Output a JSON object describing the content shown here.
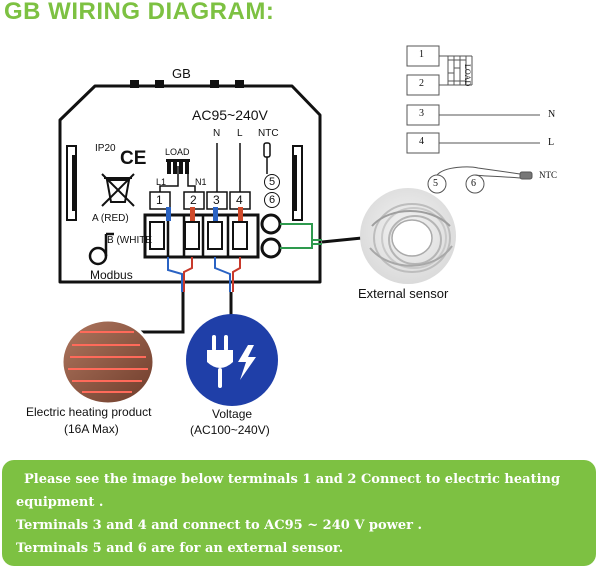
{
  "title": "GB WIRING DIAGRAM:",
  "device": {
    "name": "GB",
    "supply": "AC95~240V",
    "ip_rating": "IP20",
    "ce_mark": "CE",
    "load_label": "LOAD",
    "ntc_label": "NTC",
    "n_label": "N",
    "l_label": "L",
    "l1_label": "L1",
    "n1_label": "N1",
    "a_label": "A (RED)",
    "b_label": "B (WHITE",
    "modbus_label": "Modbus",
    "terminals": [
      "1",
      "2",
      "3",
      "4"
    ],
    "ntc_terminals": [
      "5",
      "6"
    ]
  },
  "schematic": {
    "terminals": [
      "1",
      "2",
      "3",
      "4"
    ],
    "load_label": "LOAD",
    "n_label": "N",
    "l_label": "L",
    "ntc_terminals": [
      "5",
      "6"
    ],
    "ntc_label": "NTC"
  },
  "sensor": {
    "label": "External sensor"
  },
  "heating": {
    "line1": "Electric heating product",
    "line2": "(16A Max)"
  },
  "voltage": {
    "line1": "Voltage",
    "line2": "(AC100~240V)"
  },
  "banner": {
    "line1": "Please see the image below terminals 1 and 2 Connect to electric heating",
    "line2": "equipment .",
    "line3": "Terminals 3 and 4 and connect to AC95 ~ 240 V power .",
    "line4": "Terminals 5 and 6 are for an external sensor."
  },
  "colors": {
    "accent_green": "#7dc142",
    "voltage_blue": "#1f3fa8",
    "wire_red": "#c8392b",
    "wire_blue": "#2a63c4",
    "sensor_green": "#2e9a4e"
  }
}
